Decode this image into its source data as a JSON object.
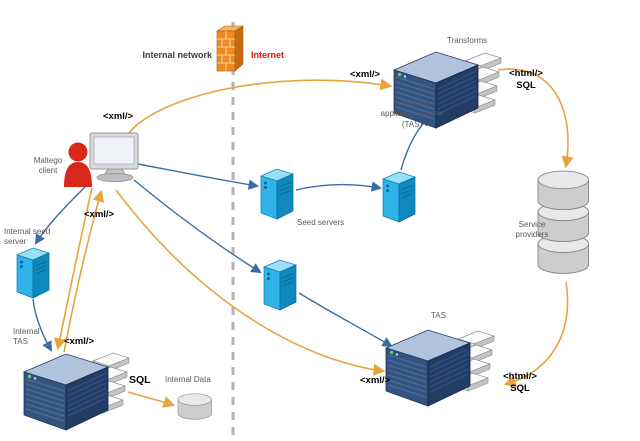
{
  "labels": {
    "internal_network": "Internal network",
    "internet": "Internet",
    "maltego_client": "Maltego\nclient",
    "xml": "<xml/>",
    "internal_seed_server": "Internal seed\nserver",
    "internal_tas": "Internal\nTAS",
    "sql": "SQL",
    "internal_data": "Internal Data",
    "seed_servers": "Seed servers",
    "transforms": "Transforms",
    "transform_application_server": "Transform\napplication server\n(TAS)",
    "html_sql": "<html/>\nSQL",
    "service_providers": "Service\nproviders",
    "tas": "TAS"
  },
  "colors": {
    "orange_arrow": "#E8A33D",
    "blue_arrow": "#3A6EA5",
    "blue_server": "#2FB3E8",
    "dark_server": "#34537F",
    "internet_text": "#CC1A00",
    "label_text": "#595959",
    "divider_gray": "#B3B3B3",
    "client_red": "#D8281C",
    "firewall_orange": "#ED8A21"
  }
}
